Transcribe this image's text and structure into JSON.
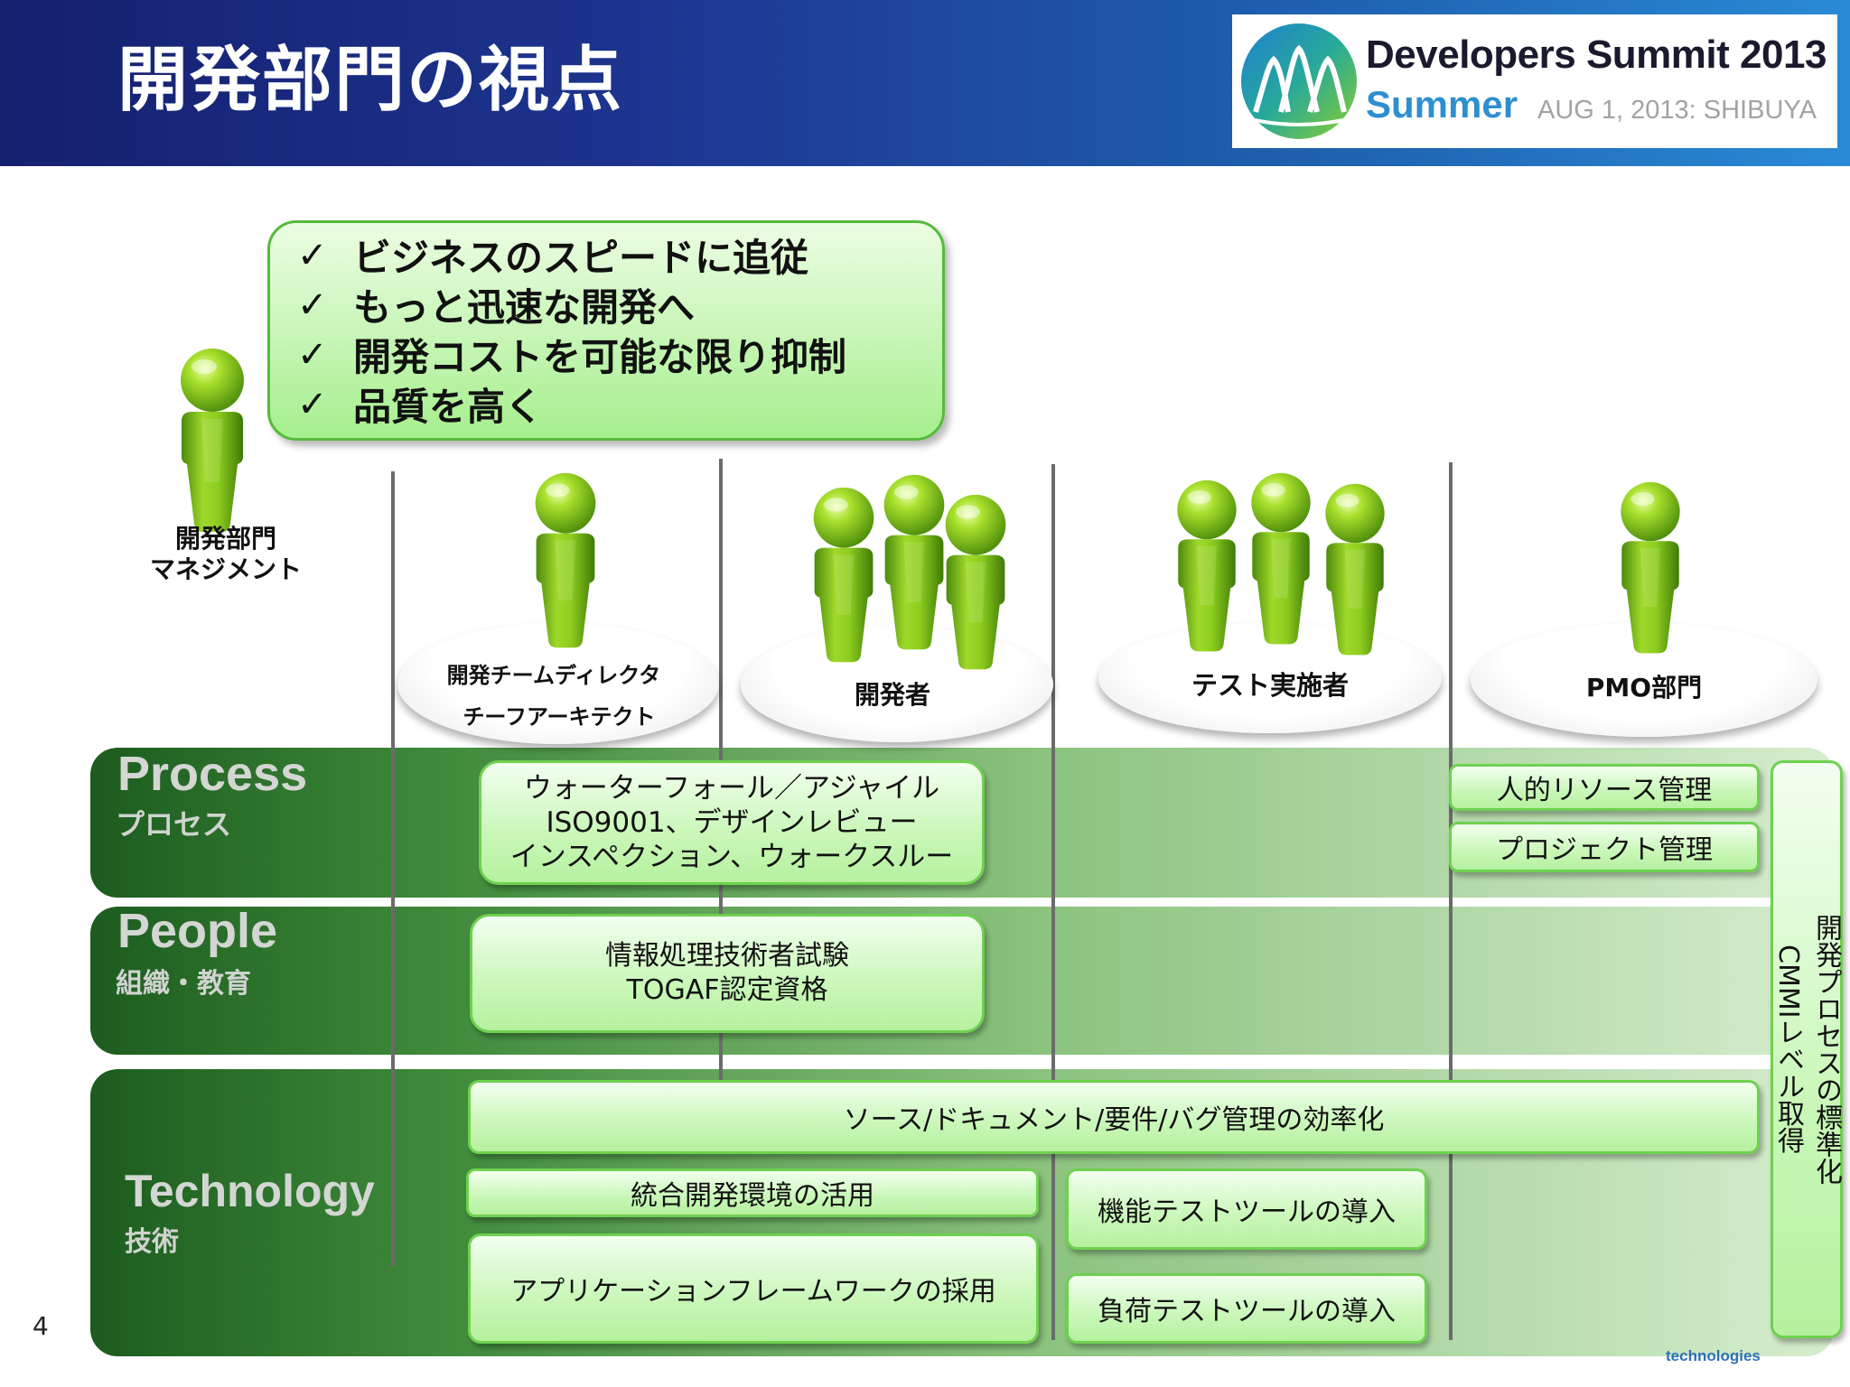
{
  "header": {
    "title": "開発部門の視点",
    "event_logo": {
      "name": "Developers Summit 2013",
      "season": "Summer",
      "date": "AUG 1, 2013: SHIBUYA"
    }
  },
  "goals": {
    "check_mark": "✓",
    "items": [
      "ビジネスのスピードに追従",
      "もっと迅速な開発へ",
      "開発コストを可能な限り抑制",
      "品質を高く"
    ]
  },
  "management": {
    "line1": "開発部門",
    "line2": "マネジメント"
  },
  "roles": {
    "director_line1": "開発チームディレクタ",
    "director_line2": "チーフアーキテクト",
    "developers": "開発者",
    "testers": "テスト実施者",
    "pmo": "PMO部門"
  },
  "bands": {
    "process": {
      "title": "Process",
      "subtitle": "プロセス"
    },
    "people": {
      "title": "People",
      "subtitle": "組織・教育"
    },
    "technology": {
      "title": "Technology",
      "subtitle": "技術"
    }
  },
  "process_box": {
    "line1": "ウォーターフォール／アジャイル",
    "line2": "ISO9001、デザインレビュー",
    "line3": "インスペクション、ウォークスルー"
  },
  "pmo_items": {
    "resource": "人的リソース管理",
    "project": "プロジェクト管理"
  },
  "standardization": {
    "line1": "開発プロセスの標準化",
    "line2": "CMMIレベル取得"
  },
  "people_box": {
    "line1": "情報処理技術者試験",
    "line2": "TOGAF認定資格"
  },
  "tech": {
    "efficiency": "ソース/ドキュメント/要件/バグ管理の効率化",
    "ide": "統合開発環境の活用",
    "framework": "アプリケーションフレームワークの採用",
    "functional_test": "機能テストツールの導入",
    "load_test": "負荷テストツールの導入"
  },
  "page_number": "4",
  "footer_logo": "technologies",
  "colors": {
    "header_start": "#15206e",
    "header_end": "#2a8ad6",
    "figure_green": "#7ec81a",
    "box_border": "#6ed14f",
    "band_dark": "#1c5c1f"
  }
}
